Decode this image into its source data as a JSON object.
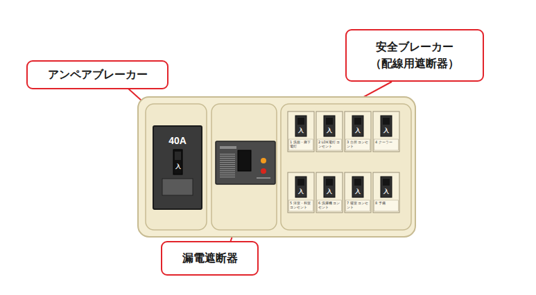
{
  "diagram": {
    "nodes": [
      {
        "text": [
          "アンペアブレーカー"
        ]
      },
      {
        "text": [
          "安全ブレーカー",
          "（配線用遮断器）"
        ]
      },
      {
        "text": [
          "漏電遮断器"
        ]
      }
    ],
    "labels": [
      "40A",
      "入",
      "入",
      "入",
      "入",
      "入",
      "入",
      "入",
      "入",
      "入",
      "1 洗面・廊下 電灯",
      "2 LDK電灯 コンセント",
      "3 台所 コンセント",
      "4 クーラー",
      "5 洋室・和室 コンセント",
      "6 洗濯機 コンセント",
      "7 寝室 コンセント",
      "8 予備"
    ]
  }
}
